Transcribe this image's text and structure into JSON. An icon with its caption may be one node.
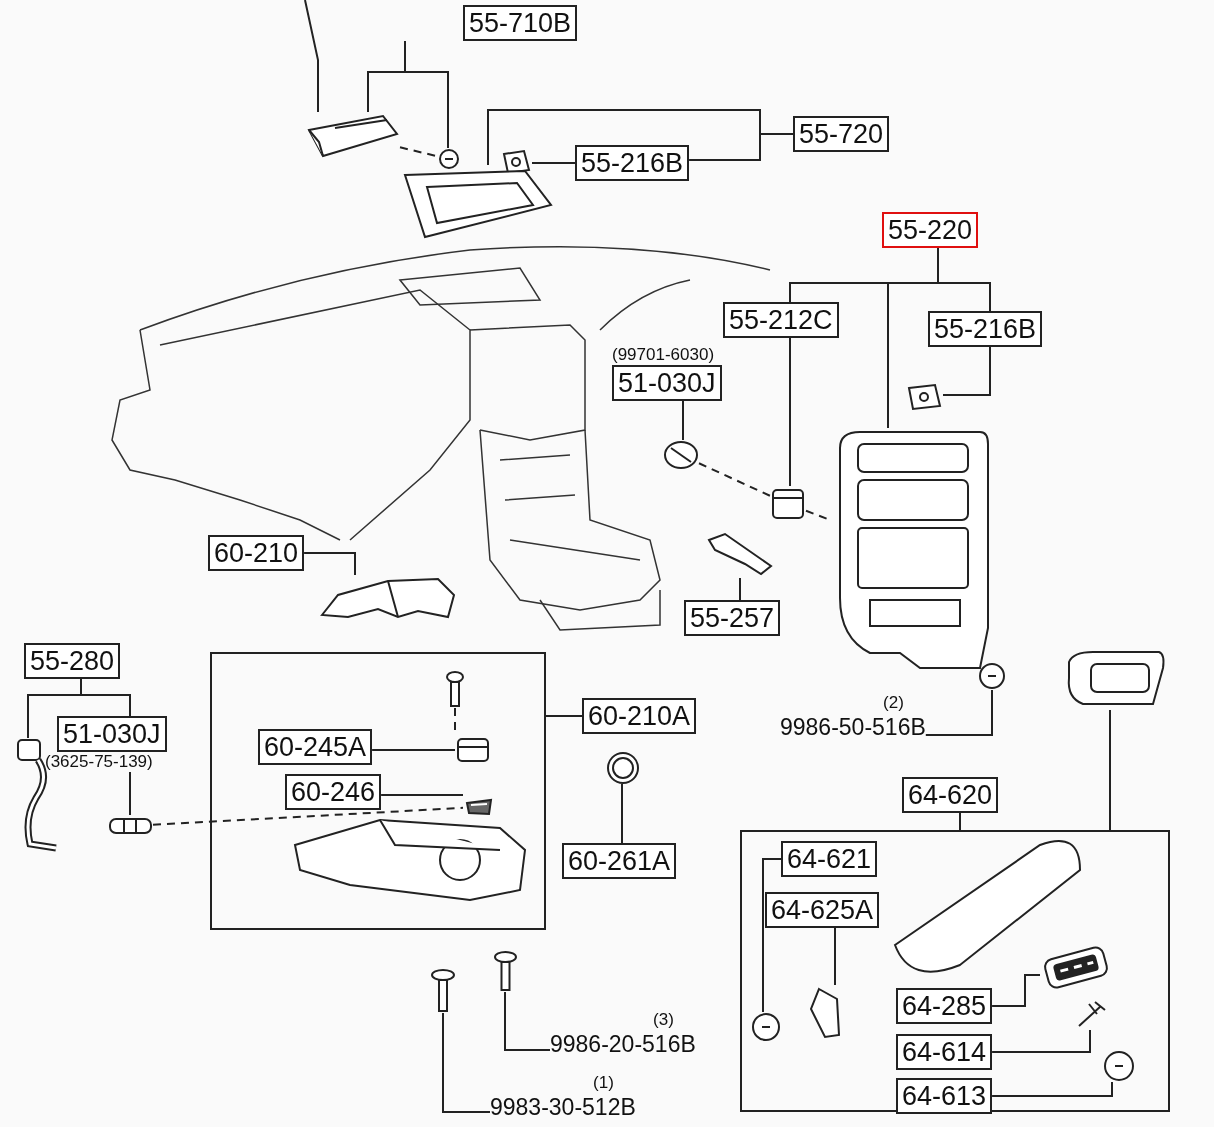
{
  "diagram": {
    "nodes": [
      {
        "text": [
          "55-710B"
        ]
      },
      {
        "text": [],
        "shape": "picture"
      },
      {
        "text": [],
        "shape": "picture"
      },
      {
        "text": [
          "55-720"
        ]
      },
      {
        "text": [
          "55-216B"
        ]
      },
      {
        "text": [],
        "shape": "picture"
      },
      {
        "text": [],
        "shape": "picture"
      },
      {
        "text": [
          "55-220"
        ]
      },
      {
        "text": [
          "55-212C"
        ]
      },
      {
        "text": [
          "55-216B"
        ]
      },
      {
        "text": [],
        "shape": "picture"
      },
      {
        "text": [
          "51-030J"
        ],
        "beside": [
          "(99701-6030)"
        ]
      },
      {
        "text": [],
        "shape": "picture"
      },
      {
        "text": [],
        "shape": "picture"
      },
      {
        "text": [],
        "shape": "picture"
      },
      {
        "text": [
          "60-210"
        ]
      },
      {
        "text": [],
        "shape": "picture"
      },
      {
        "text": [
          "55-257"
        ]
      },
      {
        "text": [],
        "shape": "picture"
      },
      {
        "text": [
          "9986-50-516B"
        ],
        "beside": [
          "(2)"
        ]
      },
      {
        "text": [],
        "shape": "picture"
      },
      {
        "text": [],
        "shape": "picture"
      },
      {
        "text": [
          "55-280"
        ]
      },
      {
        "text": [],
        "shape": "picture"
      },
      {
        "text": [
          "51-030J"
        ],
        "beside": [
          "(3625-75-139)"
        ]
      },
      {
        "text": [],
        "shape": "picture"
      },
      {
        "text": [],
        "shape": "box"
      },
      {
        "text": [
          "60-210A"
        ]
      },
      {
        "text": [
          "60-245A"
        ],
        "in": 26
      },
      {
        "text": [],
        "shape": "picture",
        "in": 26
      },
      {
        "text": [
          "60-246"
        ],
        "in": 26
      },
      {
        "text": [],
        "shape": "picture",
        "in": 26
      },
      {
        "text": [
          "60-261A"
        ]
      },
      {
        "text": [],
        "shape": "picture"
      },
      {
        "text": [
          "9986-20-516B"
        ],
        "beside": [
          "(3)"
        ]
      },
      {
        "text": [],
        "shape": "picture"
      },
      {
        "text": [
          "9983-30-512B"
        ],
        "beside": [
          "(1)"
        ]
      },
      {
        "text": [],
        "shape": "picture"
      },
      {
        "text": [
          "64-620"
        ]
      },
      {
        "text": [],
        "shape": "box"
      },
      {
        "text": [
          "64-621"
        ],
        "in": 39
      },
      {
        "text": [],
        "shape": "picture",
        "in": 39
      },
      {
        "text": [
          "64-625A"
        ],
        "in": 39
      },
      {
        "text": [],
        "shape": "picture",
        "in": 39
      },
      {
        "text": [
          "64-285"
        ],
        "in": 39
      },
      {
        "text": [],
        "shape": "picture",
        "in": 39
      },
      {
        "text": [
          "64-614"
        ],
        "in": 39
      },
      {
        "text": [],
        "shape": "picture",
        "in": 39
      },
      {
        "text": [
          "64-613"
        ],
        "in": 39
      },
      {
        "text": [],
        "shape": "picture",
        "in": 39
      },
      {
        "text": [],
        "shape": "picture",
        "in": 26
      }
    ],
    "edges": [
      {
        "from": null,
        "to": 1,
        "arrow": "none"
      },
      {
        "from": 0,
        "to": 1,
        "arrow": "none"
      },
      {
        "from": 0,
        "to": 2,
        "arrow": "none"
      },
      {
        "from": 3,
        "to": 6,
        "arrow": "none"
      },
      {
        "from": 3,
        "to": 4,
        "arrow": "none"
      },
      {
        "from": 4,
        "to": 5,
        "arrow": "none"
      },
      {
        "from": 7,
        "to": 8,
        "arrow": "none"
      },
      {
        "from": 7,
        "to": 14,
        "arrow": "none"
      },
      {
        "from": 7,
        "to": 9,
        "arrow": "none"
      },
      {
        "from": 8,
        "to": 13,
        "arrow": "none"
      },
      {
        "from": 9,
        "to": 10,
        "arrow": "none"
      },
      {
        "from": 11,
        "to": 12,
        "arrow": "none"
      },
      {
        "from": 15,
        "to": 16,
        "arrow": "none"
      },
      {
        "from": 17,
        "to": 18,
        "arrow": "none"
      },
      {
        "from": 19,
        "to": 20,
        "arrow": "none"
      },
      {
        "from": 21,
        "to": 39,
        "arrow": "none"
      },
      {
        "from": 22,
        "to": 23,
        "arrow": "none"
      },
      {
        "from": 22,
        "to": 24,
        "arrow": "none"
      },
      {
        "from": 24,
        "to": 25,
        "arrow": "none"
      },
      {
        "from": 27,
        "to": 26,
        "arrow": "none"
      },
      {
        "from": 28,
        "to": 29,
        "arrow": "none"
      },
      {
        "from": 30,
        "to": 31,
        "arrow": "none"
      },
      {
        "from": 32,
        "to": 33,
        "arrow": "none"
      },
      {
        "from": 34,
        "to": 35,
        "arrow": "none"
      },
      {
        "from": 36,
        "to": 37,
        "arrow": "none"
      },
      {
        "from": 38,
        "to": 39,
        "arrow": "none"
      },
      {
        "from": 40,
        "to": 41,
        "arrow": "none"
      },
      {
        "from": 42,
        "to": 43,
        "arrow": "none"
      },
      {
        "from": 44,
        "to": 45,
        "arrow": "none"
      },
      {
        "from": 46,
        "to": 47,
        "arrow": "none"
      },
      {
        "from": 48,
        "to": 49,
        "arrow": "none"
      },
      {
        "from": 1,
        "to": 2,
        "arrow": "none",
        "style": "dashed"
      },
      {
        "from": 12,
        "to": 13,
        "arrow": "none",
        "style": "dashed"
      },
      {
        "from": 13,
        "to": 14,
        "arrow": "none",
        "style": "dashed"
      },
      {
        "from": 25,
        "to": 31,
        "arrow": "none",
        "style": "dashed"
      },
      {
        "from": 50,
        "to": 29,
        "arrow": "none",
        "style": "dashed"
      }
    ]
  }
}
